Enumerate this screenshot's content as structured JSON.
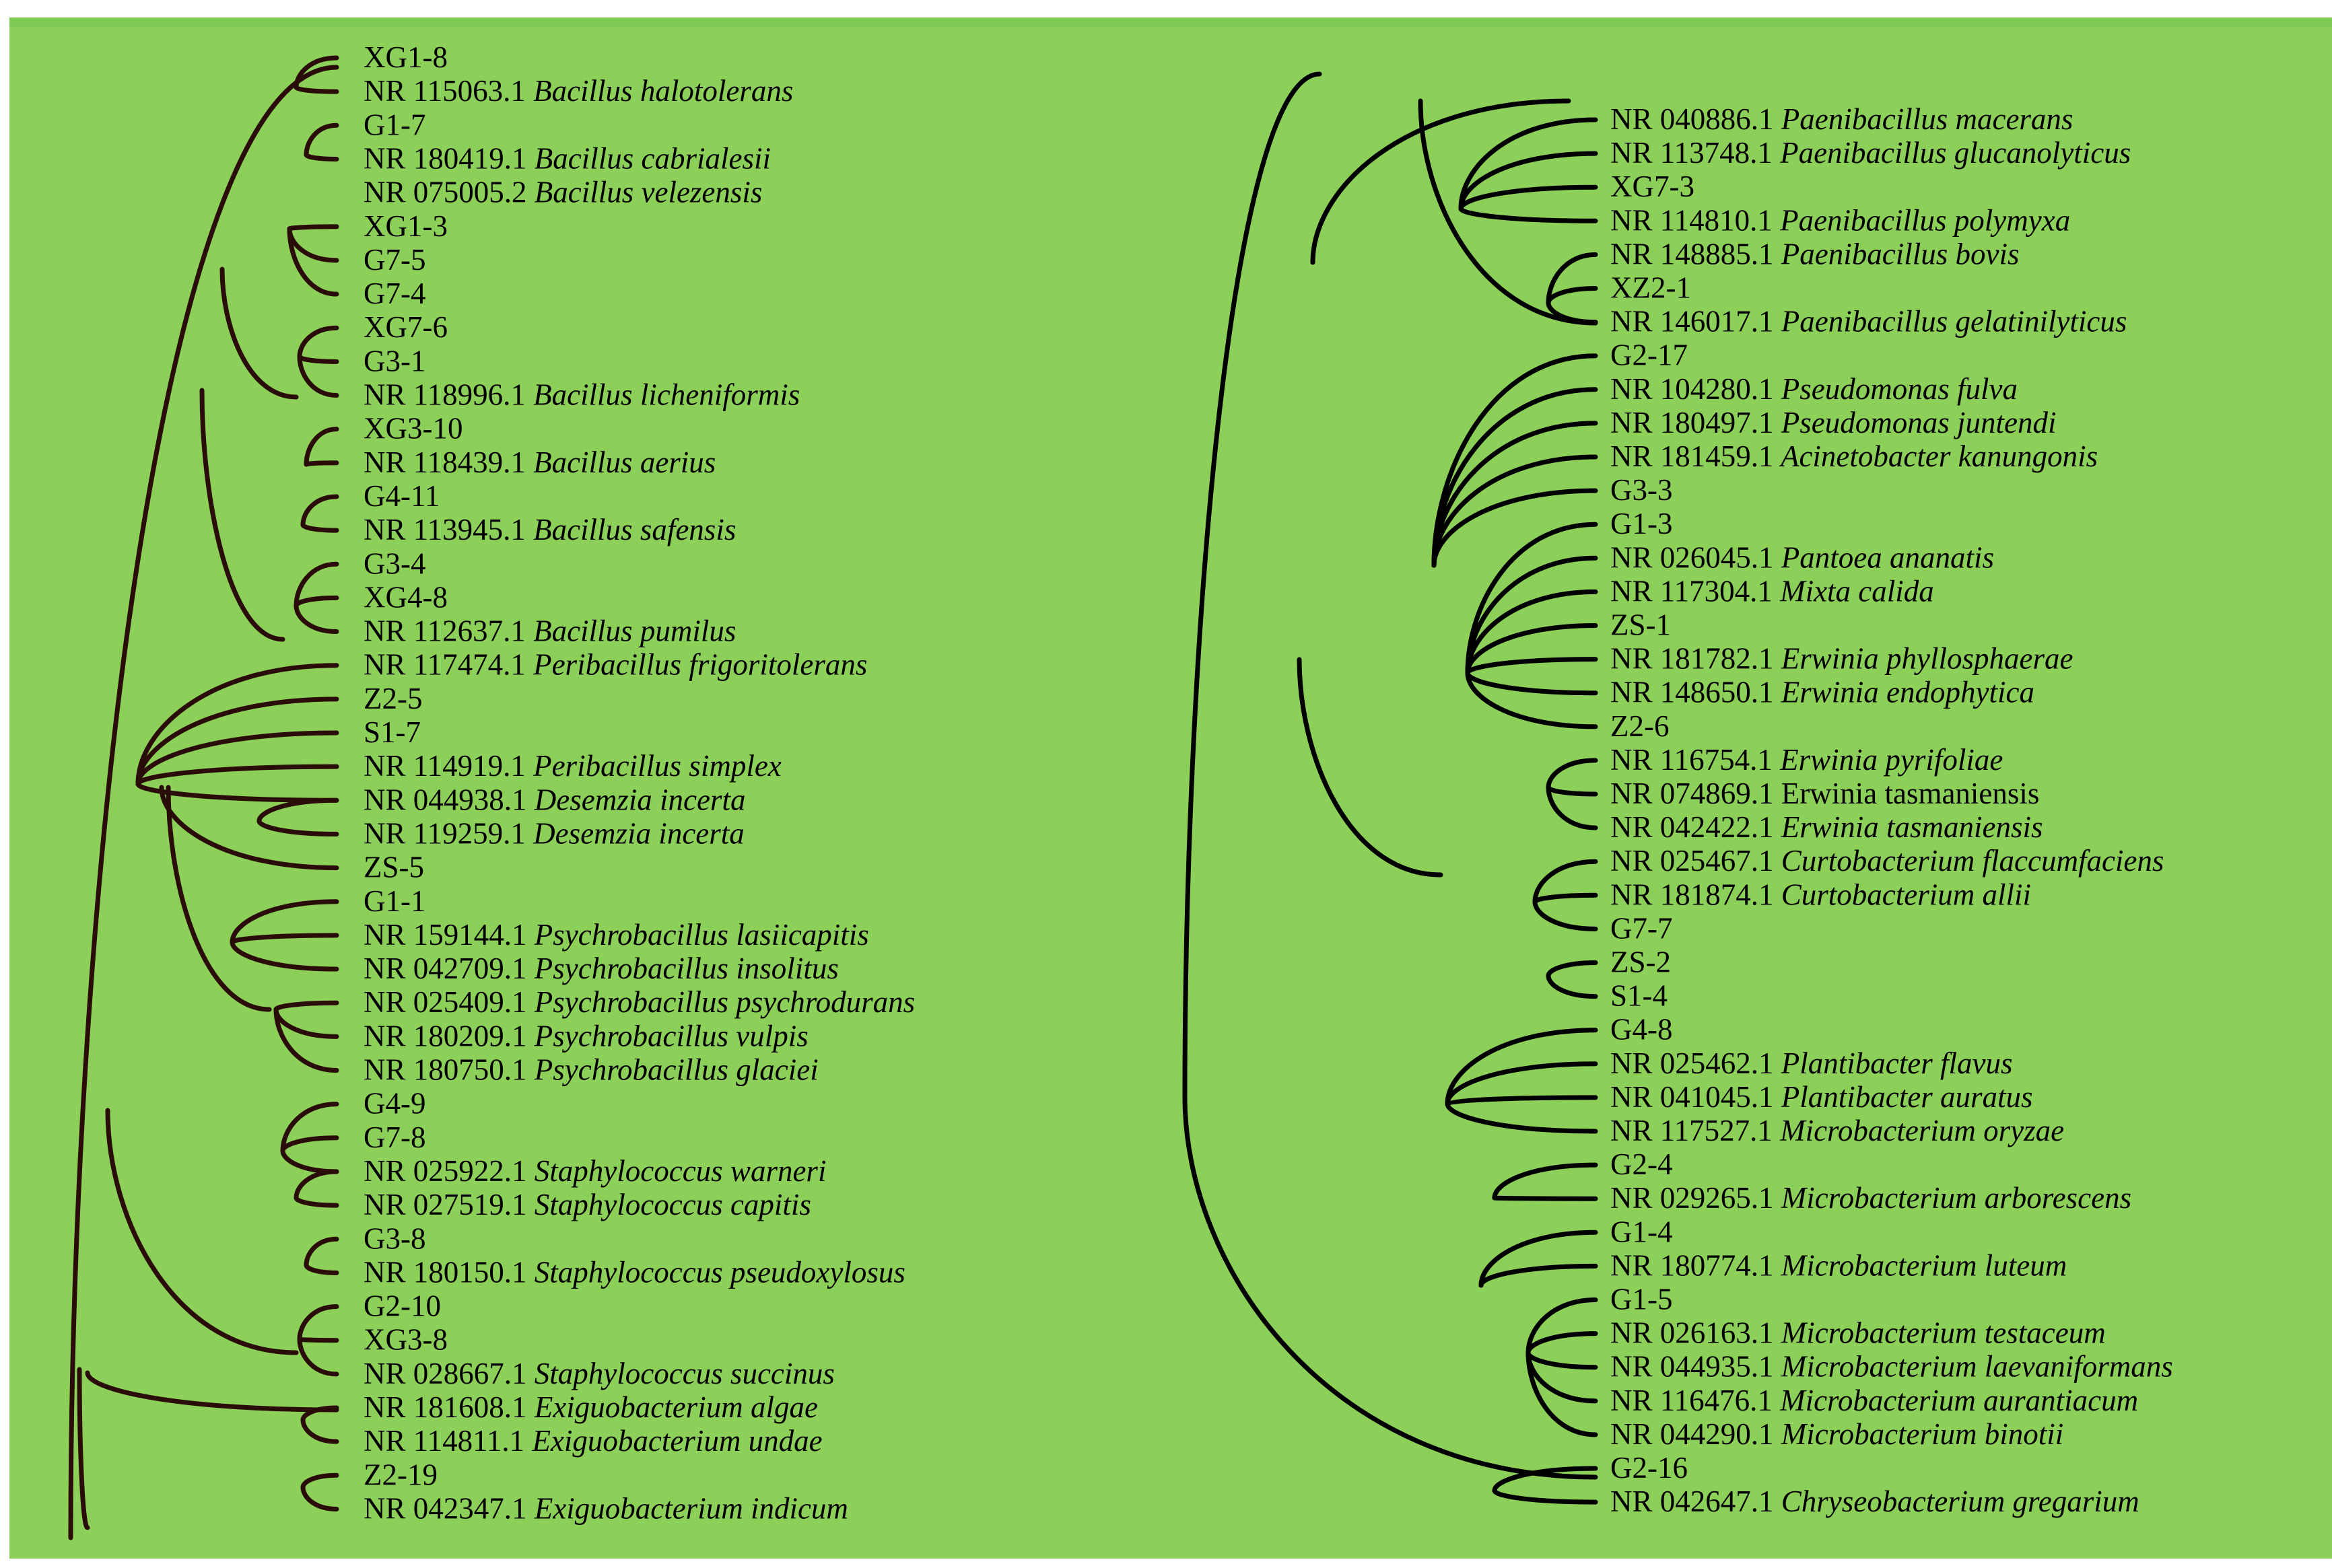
{
  "colors": {
    "background": "#8ccf59",
    "band": "#7fca54",
    "branch_left": "#2a0c08",
    "branch_right": "#000000",
    "text": "#000000"
  },
  "left_tree": {
    "leaves": [
      {
        "acc": "XG1-8",
        "sp": ""
      },
      {
        "acc": "NR 115063.1",
        "sp": "Bacillus halotolerans"
      },
      {
        "acc": "G1-7",
        "sp": ""
      },
      {
        "acc": "NR 180419.1",
        "sp": "Bacillus cabrialesii"
      },
      {
        "acc": "NR 075005.2",
        "sp": "Bacillus velezensis"
      },
      {
        "acc": "XG1-3",
        "sp": ""
      },
      {
        "acc": "G7-5",
        "sp": ""
      },
      {
        "acc": "G7-4",
        "sp": ""
      },
      {
        "acc": "XG7-6",
        "sp": ""
      },
      {
        "acc": "G3-1",
        "sp": ""
      },
      {
        "acc": "NR 118996.1",
        "sp": "Bacillus licheniformis"
      },
      {
        "acc": "XG3-10",
        "sp": ""
      },
      {
        "acc": "NR 118439.1",
        "sp": "Bacillus aerius"
      },
      {
        "acc": "G4-11",
        "sp": ""
      },
      {
        "acc": "NR 113945.1",
        "sp": "Bacillus safensis"
      },
      {
        "acc": "G3-4",
        "sp": ""
      },
      {
        "acc": "XG4-8",
        "sp": ""
      },
      {
        "acc": "NR 112637.1",
        "sp": "Bacillus pumilus"
      },
      {
        "acc": "NR 117474.1",
        "sp": "Peribacillus frigoritolerans"
      },
      {
        "acc": "Z2-5",
        "sp": ""
      },
      {
        "acc": "S1-7",
        "sp": ""
      },
      {
        "acc": "NR 114919.1",
        "sp": "Peribacillus simplex"
      },
      {
        "acc": "NR 044938.1",
        "sp": "Desemzia incerta"
      },
      {
        "acc": "NR 119259.1",
        "sp": "Desemzia incerta"
      },
      {
        "acc": "ZS-5",
        "sp": ""
      },
      {
        "acc": "G1-1",
        "sp": ""
      },
      {
        "acc": "NR 159144.1",
        "sp": "Psychrobacillus lasiicapitis"
      },
      {
        "acc": "NR 042709.1",
        "sp": "Psychrobacillus insolitus"
      },
      {
        "acc": "NR 025409.1",
        "sp": "Psychrobacillus psychrodurans"
      },
      {
        "acc": "NR 180209.1",
        "sp": "Psychrobacillus vulpis"
      },
      {
        "acc": "NR 180750.1",
        "sp": "Psychrobacillus glaciei"
      },
      {
        "acc": "G4-9",
        "sp": ""
      },
      {
        "acc": "G7-8",
        "sp": ""
      },
      {
        "acc": "NR 025922.1",
        "sp": "Staphylococcus warneri"
      },
      {
        "acc": "NR 027519.1",
        "sp": "Staphylococcus capitis"
      },
      {
        "acc": "G3-8",
        "sp": ""
      },
      {
        "acc": "NR 180150.1",
        "sp": "Staphylococcus pseudoxylosus"
      },
      {
        "acc": "G2-10",
        "sp": ""
      },
      {
        "acc": "XG3-8",
        "sp": ""
      },
      {
        "acc": "NR 028667.1",
        "sp": "Staphylococcus succinus"
      },
      {
        "acc": "NR 181608.1",
        "sp": "Exiguobacterium algae"
      },
      {
        "acc": "NR 114811.1",
        "sp": "Exiguobacterium undae"
      },
      {
        "acc": "Z2-19",
        "sp": ""
      },
      {
        "acc": "NR 042347.1",
        "sp": "Exiguobacterium indicum"
      }
    ]
  },
  "right_tree": {
    "leaves": [
      {
        "acc": "NR 040886.1",
        "sp": "Paenibacillus macerans"
      },
      {
        "acc": "NR 113748.1",
        "sp": "Paenibacillus glucanolyticus"
      },
      {
        "acc": "XG7-3",
        "sp": ""
      },
      {
        "acc": "NR 114810.1",
        "sp": "Paenibacillus polymyxa"
      },
      {
        "acc": "NR 148885.1",
        "sp": "Paenibacillus bovis"
      },
      {
        "acc": "XZ2-1",
        "sp": ""
      },
      {
        "acc": "NR 146017.1",
        "sp": "Paenibacillus gelatinilyticus"
      },
      {
        "acc": "G2-17",
        "sp": ""
      },
      {
        "acc": "NR 104280.1",
        "sp": "Pseudomonas fulva"
      },
      {
        "acc": "NR 180497.1",
        "sp": "Pseudomonas juntendi"
      },
      {
        "acc": "NR 181459.1",
        "sp": "Acinetobacter kanungonis"
      },
      {
        "acc": "G3-3",
        "sp": ""
      },
      {
        "acc": "G1-3",
        "sp": ""
      },
      {
        "acc": "NR 026045.1",
        "sp": "Pantoea ananatis"
      },
      {
        "acc": "NR 117304.1",
        "sp": "Mixta calida"
      },
      {
        "acc": "ZS-1",
        "sp": ""
      },
      {
        "acc": "NR 181782.1",
        "sp": "Erwinia phyllosphaerae"
      },
      {
        "acc": "NR 148650.1",
        "sp": "Erwinia endophytica"
      },
      {
        "acc": "Z2-6",
        "sp": ""
      },
      {
        "acc": "NR 116754.1",
        "sp": "Erwinia pyrifoliae"
      },
      {
        "acc": "NR 074869.1 Erwinia tasmaniensis",
        "sp": ""
      },
      {
        "acc": "NR 042422.1",
        "sp": "Erwinia tasmaniensis"
      },
      {
        "acc": "NR 025467.1",
        "sp": "Curtobacterium flaccumfaciens"
      },
      {
        "acc": "NR 181874.1",
        "sp": "Curtobacterium allii"
      },
      {
        "acc": "G7-7",
        "sp": ""
      },
      {
        "acc": "ZS-2",
        "sp": ""
      },
      {
        "acc": "S1-4",
        "sp": ""
      },
      {
        "acc": "G4-8",
        "sp": ""
      },
      {
        "acc": "NR 025462.1",
        "sp": "Plantibacter flavus"
      },
      {
        "acc": "NR 041045.1",
        "sp": "Plantibacter auratus"
      },
      {
        "acc": "NR 117527.1",
        "sp": "Microbacterium oryzae"
      },
      {
        "acc": "G2-4",
        "sp": ""
      },
      {
        "acc": "NR 029265.1",
        "sp": "Microbacterium arborescens"
      },
      {
        "acc": "G1-4",
        "sp": ""
      },
      {
        "acc": "NR 180774.1",
        "sp": "Microbacterium luteum"
      },
      {
        "acc": "G1-5",
        "sp": ""
      },
      {
        "acc": "NR 026163.1",
        "sp": "Microbacterium testaceum"
      },
      {
        "acc": "NR 044935.1",
        "sp": "Microbacterium laevaniformans"
      },
      {
        "acc": "NR 116476.1",
        "sp": "Microbacterium aurantiacum"
      },
      {
        "acc": "NR 044290.1",
        "sp": "Microbacterium binotii"
      },
      {
        "acc": "G2-16",
        "sp": ""
      },
      {
        "acc": "NR 042647.1",
        "sp": "Chryseobacterium gregarium"
      }
    ]
  }
}
